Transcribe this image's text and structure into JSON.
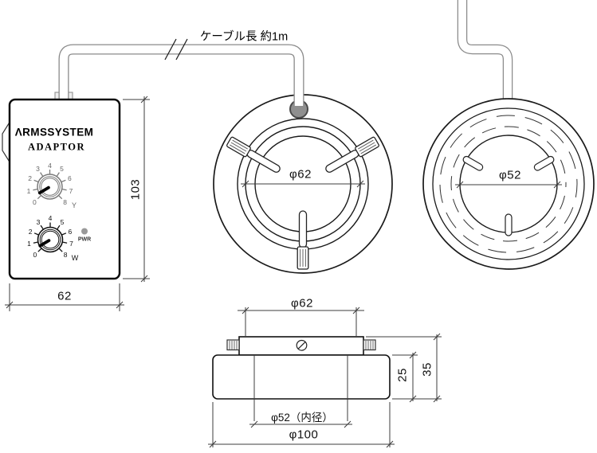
{
  "drawing": {
    "cable_label": "ケーブル長 約1m",
    "adapter": {
      "brand": "ΛRMSSYSTEM",
      "label": "ADAPTOR",
      "width_dim": "62",
      "height_dim": "103",
      "power_led_label": "PWR",
      "dial_scale": [
        "0",
        "1",
        "2",
        "3",
        "4",
        "5",
        "6",
        "7",
        "8"
      ],
      "dial_top_channel": "Y",
      "dial_bottom_channel": "W"
    },
    "front_view": {
      "inner_diameter": "φ62"
    },
    "back_view": {
      "inner_diameter": "φ52"
    },
    "side_view": {
      "top_diameter": "φ62",
      "inner_diameter": "φ52（内径）",
      "outer_diameter": "φ100",
      "body_height": "25",
      "total_height": "35"
    },
    "colors": {
      "outline": "#1a1a1a",
      "dimension": "#3c3c3c",
      "cable_outline": "#8a8a8a",
      "grommet": "#8f8f8f",
      "led_gray": "#999999",
      "dial_top_gray": "#7a7a7a"
    }
  }
}
